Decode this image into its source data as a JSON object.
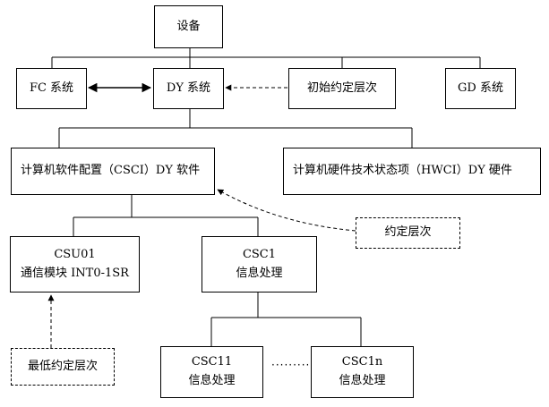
{
  "nodes": {
    "equipment": "设备",
    "fc_system": "FC 系统",
    "dy_system": "DY 系统",
    "initial_level": "初始约定层次",
    "gd_system": "GD 系统",
    "csci": "计算机软件配置（CSCI）DY 软件",
    "hwci": "计算机硬件技术状态项（HWCI）DY 硬件",
    "agreed_level": "约定层次",
    "csu01_code": "CSU01",
    "csu01_name": "通信模块 INT0-1SR",
    "csc1_code": "CSC1",
    "csc1_name": "信息处理",
    "lowest_level": "最低约定层次",
    "csc11_code": "CSC11",
    "csc11_name": "信息处理",
    "csc1n_code": "CSC1n",
    "csc1n_name": "信息处理"
  },
  "ellipsis": "··········"
}
